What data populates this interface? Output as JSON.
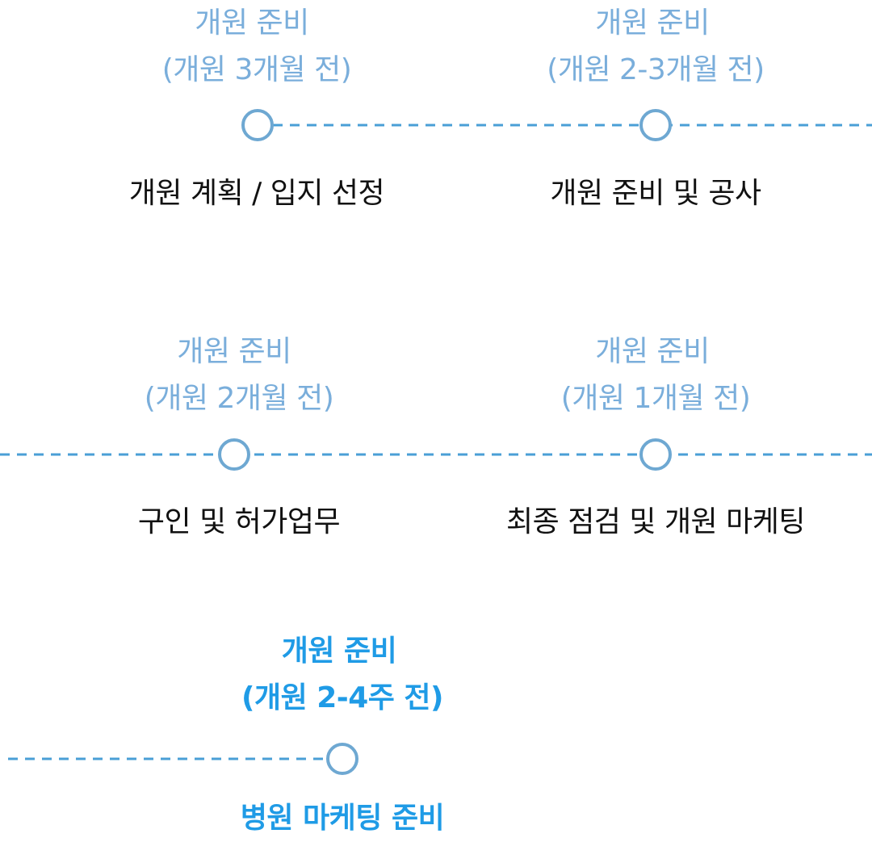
{
  "colors": {
    "phase_text": "#7aaedb",
    "task_text": "#111111",
    "highlight_text": "#1f9be6",
    "line": "#4a9fd6",
    "marker_stroke": "#6ea8d2"
  },
  "milestones": [
    {
      "phase": "개원 준비",
      "timing": "(개원 3개월 전)",
      "task": "개원 계획 / 입지 선정",
      "highlight": false
    },
    {
      "phase": "개원 준비",
      "timing": "(개원 2-3개월 전)",
      "task": "개원 준비 및 공사",
      "highlight": false
    },
    {
      "phase": "개원 준비",
      "timing": "(개원 2개월 전)",
      "task": "구인 및 허가업무",
      "highlight": false
    },
    {
      "phase": "개원 준비",
      "timing": "(개원 1개월 전)",
      "task": "최종 점검 및 개원 마케팅",
      "highlight": false
    },
    {
      "phase": "개원 준비",
      "timing": "(개원 2-4주 전)",
      "task": "병원 마케팅 준비",
      "highlight": true
    }
  ]
}
